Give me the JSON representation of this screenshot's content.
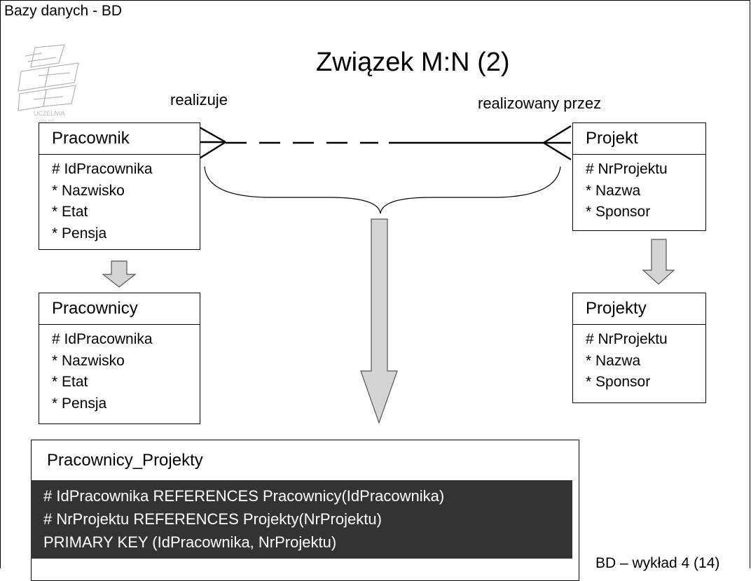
{
  "header": "Bazy danych - BD",
  "title": "Związek M:N (2)",
  "roles": {
    "left": "realizuje",
    "right": "realizowany przez"
  },
  "entities": [
    {
      "name": "Pracownik",
      "attrs": [
        "# IdPracownika",
        "* Nazwisko",
        "* Etat",
        "* Pensja"
      ]
    },
    {
      "name": "Projekt",
      "attrs": [
        "# NrProjektu",
        "* Nazwa",
        "* Sponsor"
      ]
    }
  ],
  "tables": [
    {
      "name": "Pracownicy",
      "attrs": [
        "# IdPracownika",
        "* Nazwisko",
        "* Etat",
        "* Pensja"
      ]
    },
    {
      "name": "Projekty",
      "attrs": [
        "# NrProjektu",
        "* Nazwa",
        "* Sponsor"
      ]
    }
  ],
  "join_table": {
    "name": "Pracownicy_Projekty",
    "rows": [
      "# IdPracownika REFERENCES Pracownicy(IdPracownika)",
      "# NrProjektu REFERENCES Projekty(NrProjektu)",
      "PRIMARY KEY (IdPracownika, NrProjektu)"
    ]
  },
  "footer": "BD – wykład 4 (14)"
}
